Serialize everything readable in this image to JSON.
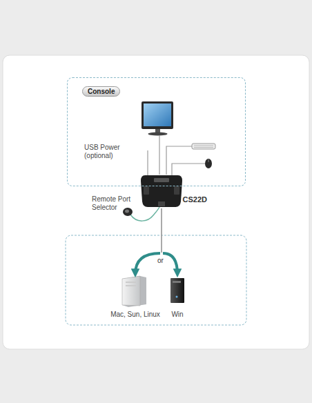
{
  "diagram": {
    "nodes": [
      {
        "text": [
          "Console"
        ]
      },
      {
        "text": [
          "CS22D"
        ]
      },
      {
        "text": [
          "Mac, Sun, Linux"
        ]
      },
      {
        "text": [
          "Win"
        ]
      }
    ],
    "edges": [
      {
        "from": 1,
        "to": 2,
        "arrow": "to"
      },
      {
        "from": 1,
        "to": 3,
        "arrow": "to"
      }
    ],
    "labels": [
      "USB Power (optional)",
      "Remote Port Selector",
      "or"
    ]
  }
}
